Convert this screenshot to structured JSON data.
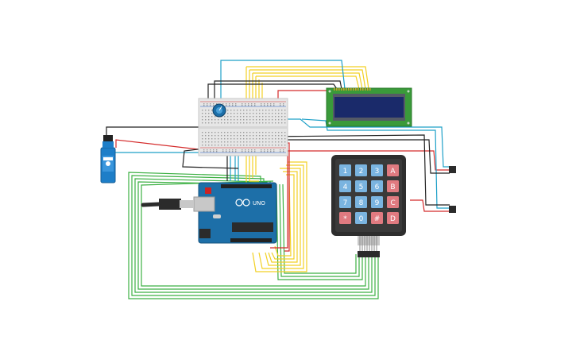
{
  "keypad": {
    "rows": [
      [
        "1",
        "2",
        "3",
        "A"
      ],
      [
        "4",
        "5",
        "6",
        "B"
      ],
      [
        "7",
        "8",
        "9",
        "C"
      ],
      [
        "*",
        "0",
        "#",
        "D"
      ]
    ]
  },
  "colors": {
    "background": "#ffffff",
    "wire_green": "#3cb043",
    "wire_yellow": "#f2d024",
    "wire_red": "#d42a2a",
    "wire_blue": "#1ea0c8",
    "wire_black": "#222222",
    "arduino_board": "#1d6fa8",
    "lcd_frame": "#3a9a3a",
    "lcd_screen": "#1a2a6a",
    "keypad_body": "#2e2e2e",
    "key_blue": "#7ab4e0",
    "key_red": "#e07a80"
  },
  "arduino": {
    "logo_text": "UNO"
  }
}
